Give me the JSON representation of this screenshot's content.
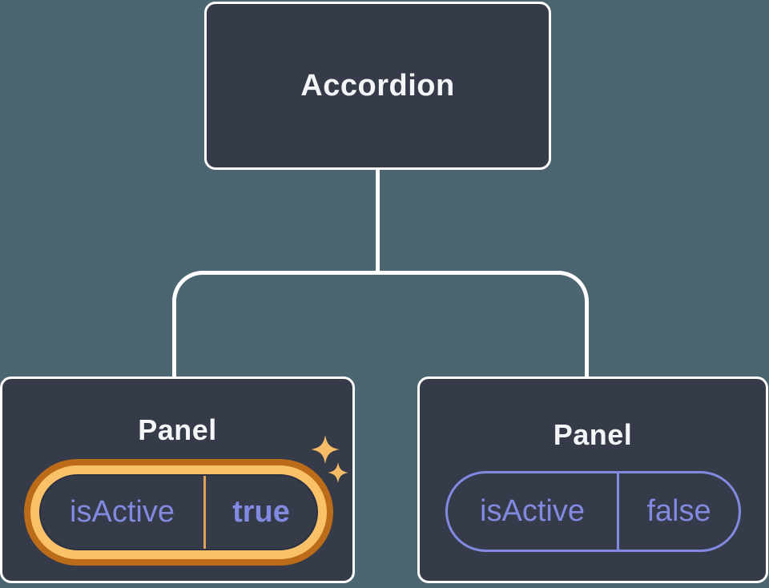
{
  "diagram": {
    "root": {
      "label": "Accordion"
    },
    "panels": [
      {
        "label": "Panel",
        "prop_name": "isActive",
        "prop_value": "true",
        "state": "active",
        "highlighted": true
      },
      {
        "label": "Panel",
        "prop_name": "isActive",
        "prop_value": "false",
        "state": "inactive",
        "highlighted": false
      }
    ]
  },
  "icons": {
    "sparkle_big": "sparkle-icon",
    "sparkle_small": "sparkle-icon"
  },
  "colors": {
    "background": "#4C6671",
    "node_fill": "#353B48",
    "node_border": "#FFFFFF",
    "node_text": "#F4F5F7",
    "prop_text": "#8289E0",
    "prop_border_inactive": "#8289E0",
    "highlight_ring_outer": "#BC6B19",
    "highlight_ring_inner": "#FBC168",
    "highlight_divider": "#DFA258",
    "sparkle": "#F6BC66"
  }
}
